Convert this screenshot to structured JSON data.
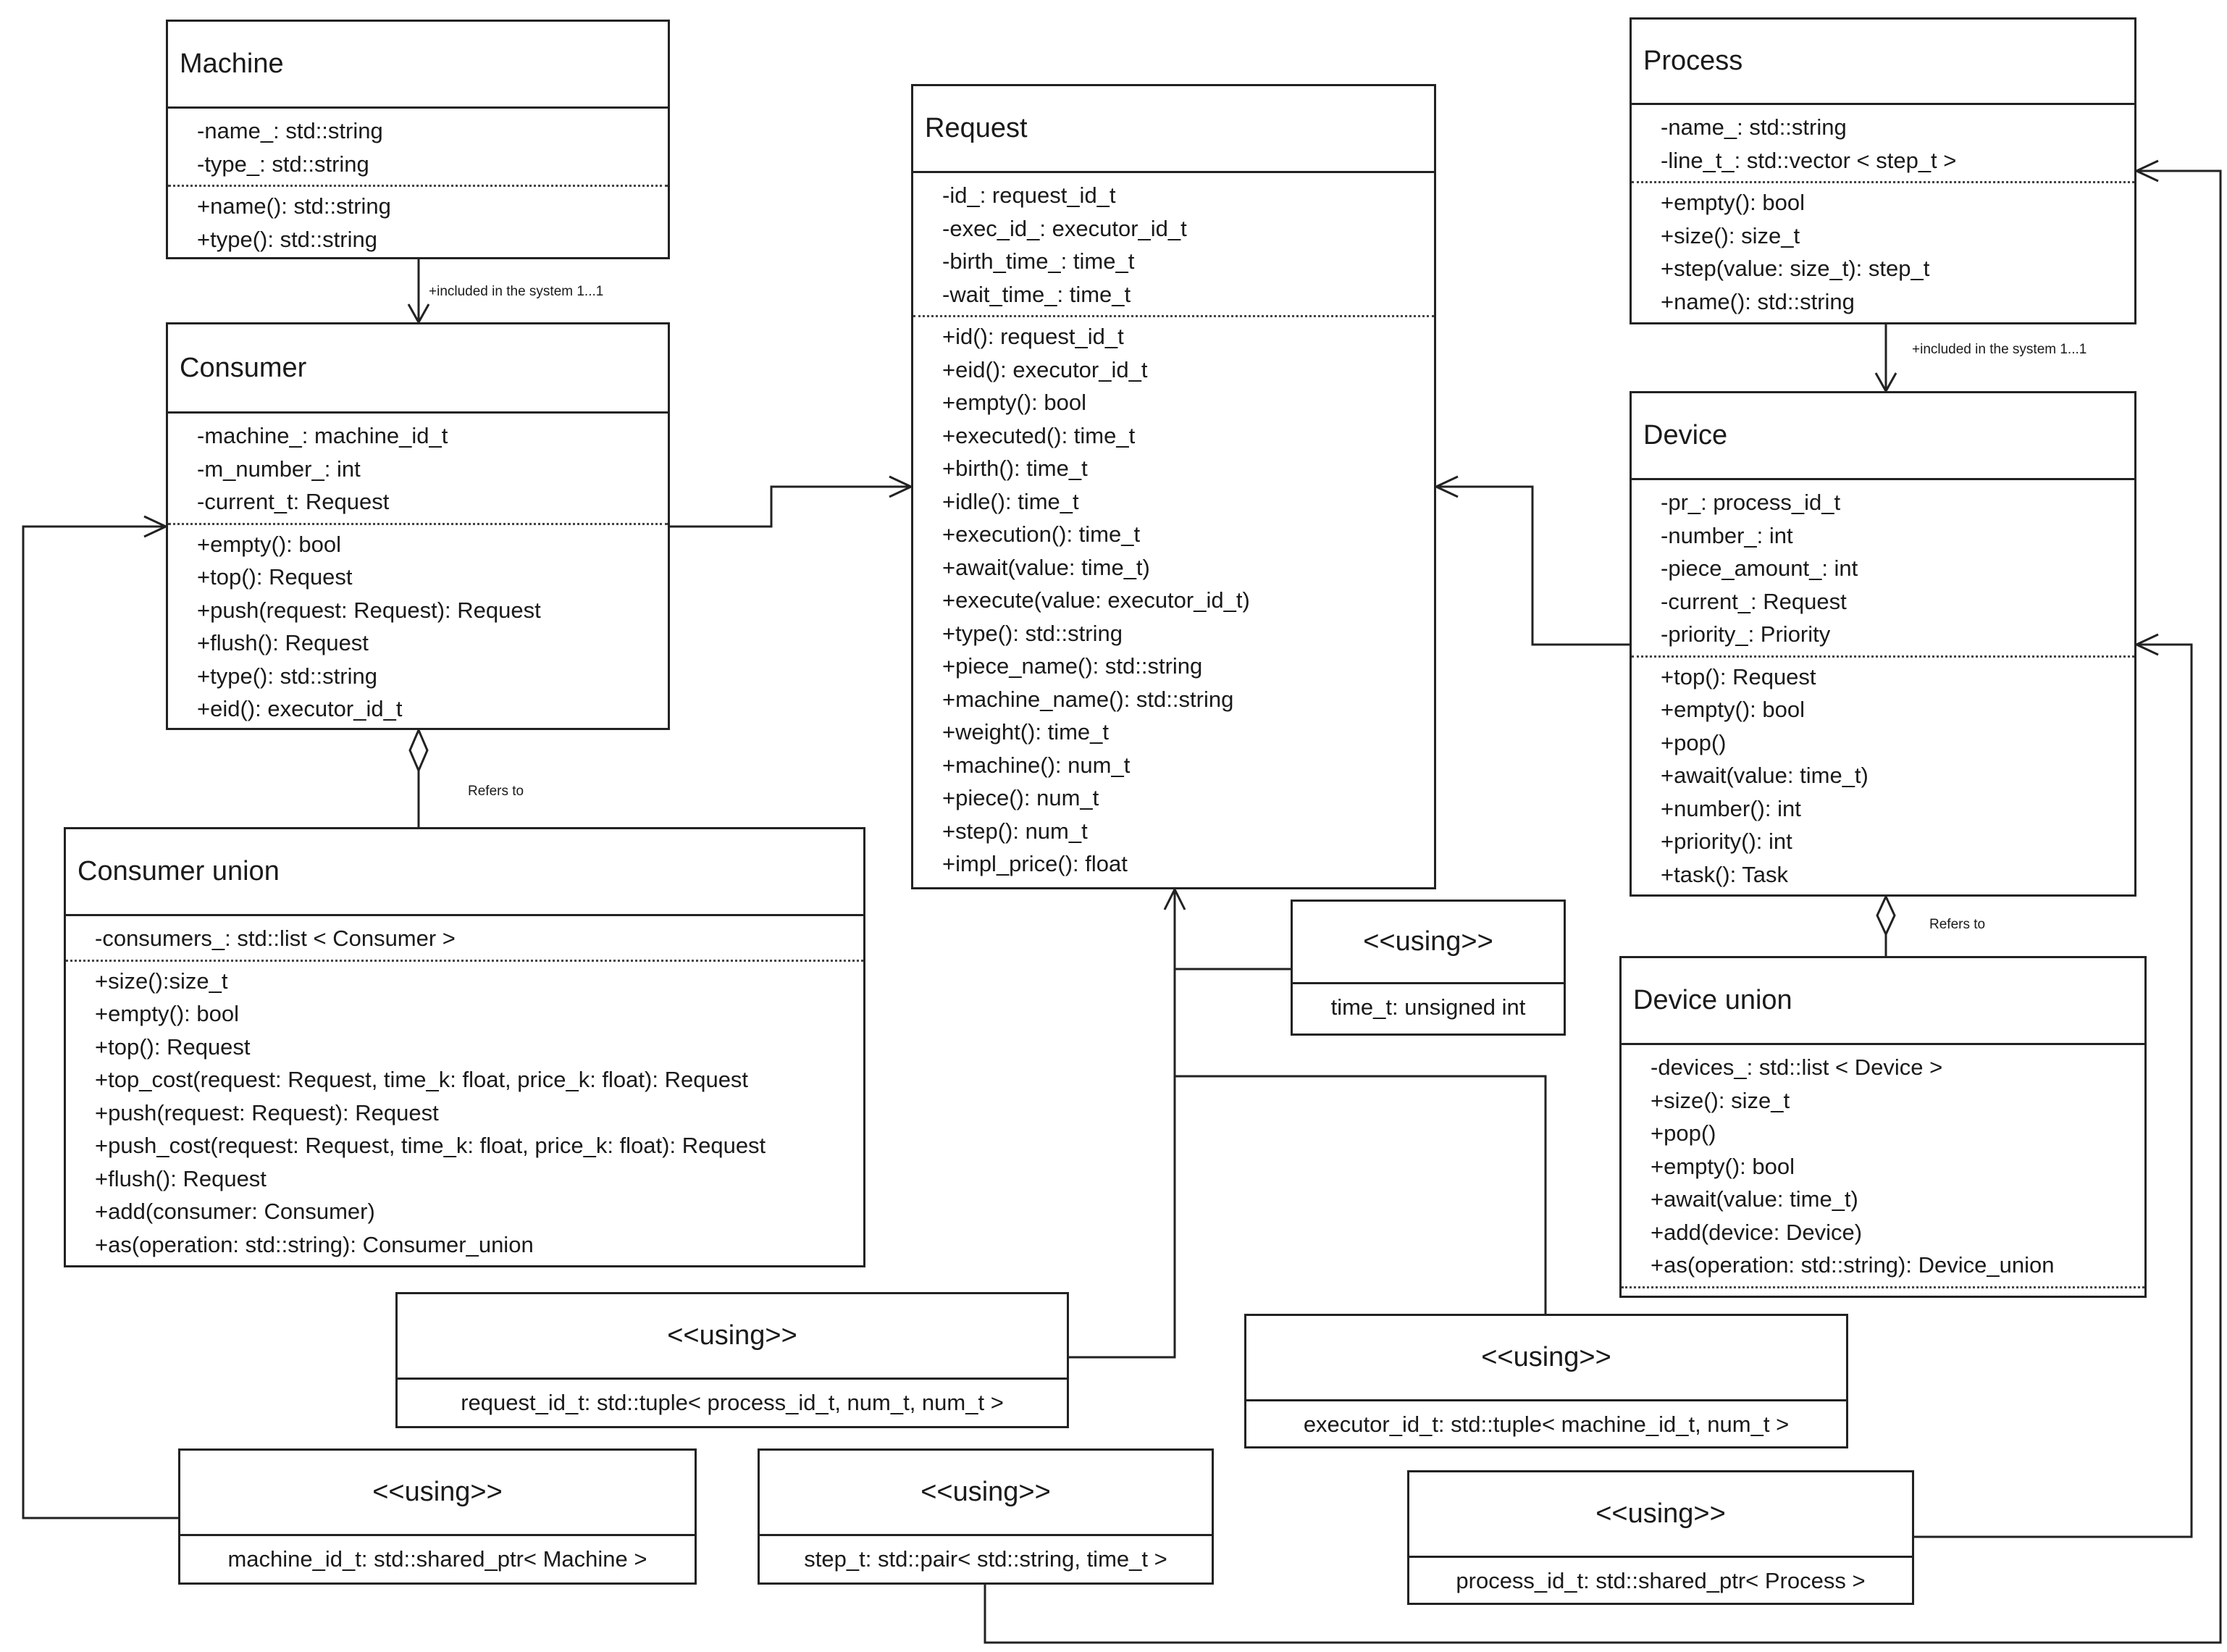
{
  "machine": {
    "title": "Machine",
    "attributes": [
      "-name_: std::string",
      "-type_: std::string"
    ],
    "methods": [
      "+name(): std::string",
      "+type(): std::string"
    ]
  },
  "consumer": {
    "title": "Consumer",
    "attributes": [
      "-machine_: machine_id_t",
      "-m_number_: int",
      "-current_t: Request"
    ],
    "methods": [
      "+empty(): bool",
      "+top(): Request",
      "+push(request: Request): Request",
      "+flush(): Request",
      "+type(): std::string",
      "+eid(): executor_id_t"
    ]
  },
  "consumer_union": {
    "title": "Consumer union",
    "attributes": [
      "-consumers_: std::list < Consumer >"
    ],
    "methods": [
      "+size():size_t",
      "+empty(): bool",
      "+top(): Request",
      "+top_cost(request: Request, time_k: float, price_k: float): Request",
      "+push(request: Request): Request",
      "+push_cost(request: Request, time_k: float, price_k: float): Request",
      "+flush(): Request",
      "+add(consumer: Consumer)",
      "+as(operation: std::string): Consumer_union"
    ]
  },
  "request": {
    "title": "Request",
    "attributes": [
      "-id_: request_id_t",
      "-exec_id_: executor_id_t",
      "-birth_time_: time_t",
      "-wait_time_: time_t"
    ],
    "methods": [
      "+id(): request_id_t",
      "+eid(): executor_id_t",
      "+empty(): bool",
      "+executed(): time_t",
      "+birth(): time_t",
      "+idle(): time_t",
      "+execution(): time_t",
      "+await(value: time_t)",
      "+execute(value: executor_id_t)",
      "+type(): std::string",
      "+piece_name(): std::string",
      "+machine_name(): std::string",
      "+weight(): time_t",
      "+machine(): num_t",
      "+piece(): num_t",
      "+step(): num_t",
      "+impl_price(): float"
    ]
  },
  "process": {
    "title": "Process",
    "attributes": [
      "-name_: std::string",
      "-line_t_: std::vector < step_t >"
    ],
    "methods": [
      "+empty(): bool",
      "+size(): size_t",
      "+step(value: size_t): step_t",
      "+name(): std::string"
    ]
  },
  "device": {
    "title": "Device",
    "attributes": [
      "-pr_: process_id_t",
      "-number_: int",
      "-piece_amount_: int",
      "-current_: Request",
      "-priority_: Priority"
    ],
    "methods": [
      "+top(): Request",
      "+empty(): bool",
      "+pop()",
      "+await(value: time_t)",
      "+number(): int",
      "+priority(): int",
      "+task(): Task"
    ]
  },
  "device_union": {
    "title": "Device union",
    "attributes": [
      "-devices_: std::list < Device >"
    ],
    "methods": [
      "+size(): size_t",
      "+pop()",
      "+empty(): bool",
      "+await(value: time_t)",
      "+add(device: Device)",
      "+as(operation: std::string): Device_union"
    ]
  },
  "using_stereotype": "<<using>>",
  "using_time_t": "time_t: unsigned int",
  "using_request_id_t": "request_id_t: std::tuple< process_id_t, num_t, num_t >",
  "using_executor_id_t": "executor_id_t: std::tuple< machine_id_t, num_t >",
  "using_machine_id_t": "machine_id_t: std::shared_ptr< Machine >",
  "using_step_t": "step_t: std::pair< std::string, time_t >",
  "using_process_id_t": "process_id_t: std::shared_ptr< Process >",
  "labels": {
    "machine_consumer": "+included in the system 1...1",
    "process_device": "+included in the system 1...1",
    "consumer_refers": "Refers to",
    "device_refers": "Refers to"
  }
}
